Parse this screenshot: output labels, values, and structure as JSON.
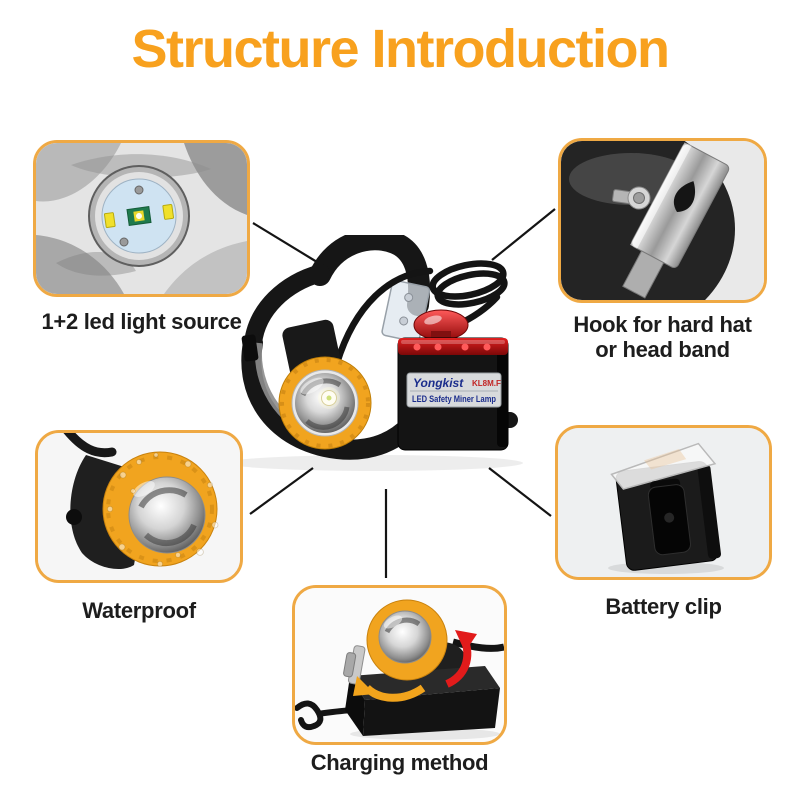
{
  "title": {
    "text": "Structure Introduction"
  },
  "callouts": {
    "led": {
      "label": "1+2 led light source"
    },
    "hook": {
      "label_line1": "Hook for hard hat",
      "label_line2": "or head band"
    },
    "waterproof": {
      "label": "Waterproof"
    },
    "battery_clip": {
      "label": "Battery clip"
    },
    "charging": {
      "label": "Charging method"
    }
  },
  "product": {
    "brand": "Yongkist",
    "model": "KL8M.F",
    "name": "LED Safety Miner Lamp"
  },
  "photos": {
    "led": "led-light-source-closeup",
    "hook": "metal-hook-closeup",
    "waterproof": "lamp-head-with-water-droplets",
    "battery_clip": "battery-pack-with-belt-clip",
    "charging": "lamp-head-on-charger-base",
    "center": "headlamp-with-headband-and-battery-pack"
  },
  "colors": {
    "background": "#FFFFFF",
    "title_orange": "#F8A11E",
    "callout_border": "#EFA944",
    "caption_text": "#1D1D1D",
    "connector_line": "#141414",
    "lamp_yellow": "#F1A41F",
    "battery_red": "#C41212",
    "brand_blue": "#1B2D8C",
    "model_red": "#C22222"
  }
}
